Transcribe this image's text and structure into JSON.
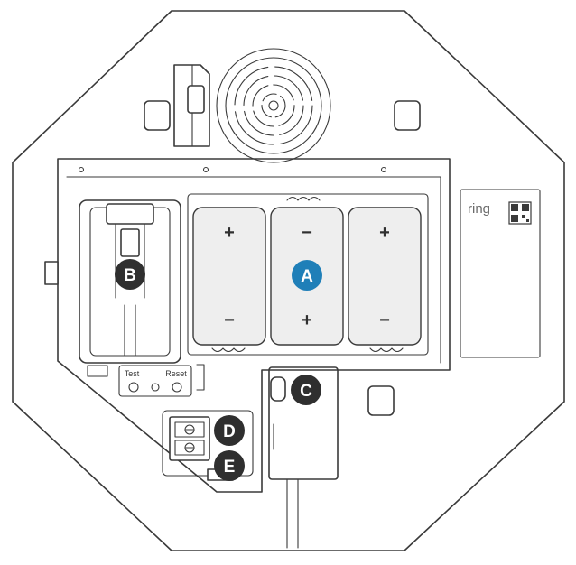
{
  "colors": {
    "line": "#3a3a3a",
    "callout_dark": "#2f2f2f",
    "callout_accent": "#1f7fb8",
    "battery_fill": "#eeeeee"
  },
  "callouts": [
    {
      "id": "A",
      "label": "A",
      "color": "#1f7fb8"
    },
    {
      "id": "B",
      "label": "B",
      "color": "#2f2f2f"
    },
    {
      "id": "C",
      "label": "C",
      "color": "#2f2f2f"
    },
    {
      "id": "D",
      "label": "D",
      "color": "#2f2f2f"
    },
    {
      "id": "E",
      "label": "E",
      "color": "#2f2f2f"
    }
  ],
  "buttons": {
    "test_label": "Test",
    "reset_label": "Reset"
  },
  "brand": {
    "name": "ring",
    "qr_icon": "qr-code-icon"
  },
  "batteries": [
    {
      "top": "+",
      "bottom": "−"
    },
    {
      "top": "−",
      "bottom": "+"
    },
    {
      "top": "+",
      "bottom": "−"
    }
  ]
}
